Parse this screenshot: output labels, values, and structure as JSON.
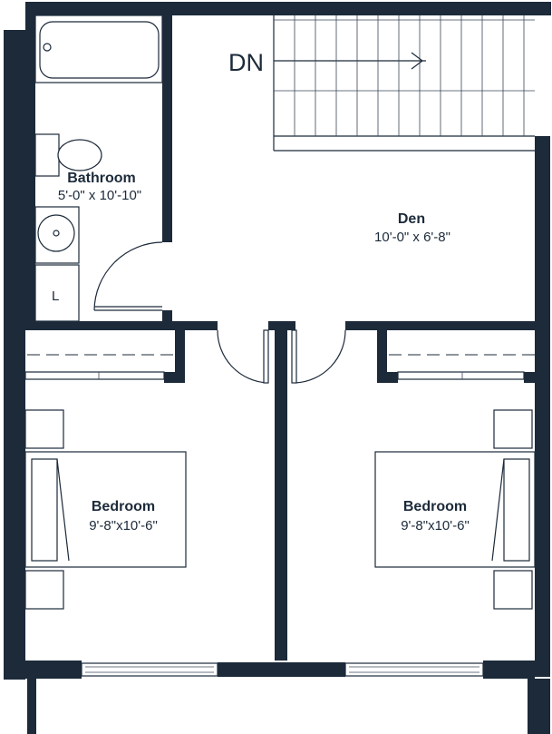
{
  "stair_label": "DN",
  "rooms": {
    "bathroom": {
      "name": "Bathroom",
      "size": "5'-0\" x 10'-10\""
    },
    "den": {
      "name": "Den",
      "size": "10'-0\" x 6'-8\""
    },
    "bedroom_left": {
      "name": "Bedroom",
      "size": "9'-8\"x10'-6\""
    },
    "bedroom_right": {
      "name": "Bedroom",
      "size": "9'-8\"x10'-6\""
    }
  },
  "fixtures": {
    "laundry_label": "L"
  },
  "colors": {
    "wall": "#1c2a3a",
    "background": "#ffffff"
  }
}
